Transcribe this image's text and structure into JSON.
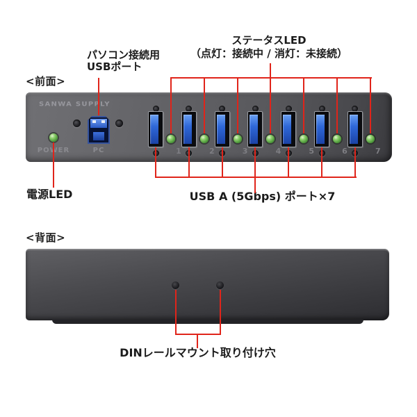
{
  "front": {
    "section_label": "<前面>",
    "device": {
      "brand": "SANWA SUPPLY",
      "power_led_label": "POWER",
      "pc_port_label": "PC",
      "port_numbers": [
        "1",
        "2",
        "3",
        "4",
        "5",
        "6",
        "7"
      ]
    },
    "callouts": {
      "pc_port": {
        "line1": "パソコン接続用",
        "line2": "USBポート"
      },
      "status_led": {
        "line1": "ステータスLED",
        "line2": "（点灯：接続中 / 消灯：未接続）"
      },
      "power_led": "電源LED",
      "usb_ports": "USB A (5Gbps) ポート×7"
    }
  },
  "back": {
    "section_label": "<背面>",
    "callout_din": "DINレールマウント取り付け穴"
  },
  "colors": {
    "callout_red": "#e0241a",
    "body_gray": "#5c5c60",
    "led_green": "#57a343",
    "usb_blue": "#2c64d2",
    "background": "#ffffff"
  },
  "icons": {
    "power_led": "green-led-icon",
    "status_led": "green-led-icon",
    "usb_a_port": "usb-a-receptacle-icon",
    "usb_b_port": "usb-b-receptacle-icon",
    "screw_hole": "screw-hole-icon",
    "mount_hole": "mount-hole-icon"
  }
}
